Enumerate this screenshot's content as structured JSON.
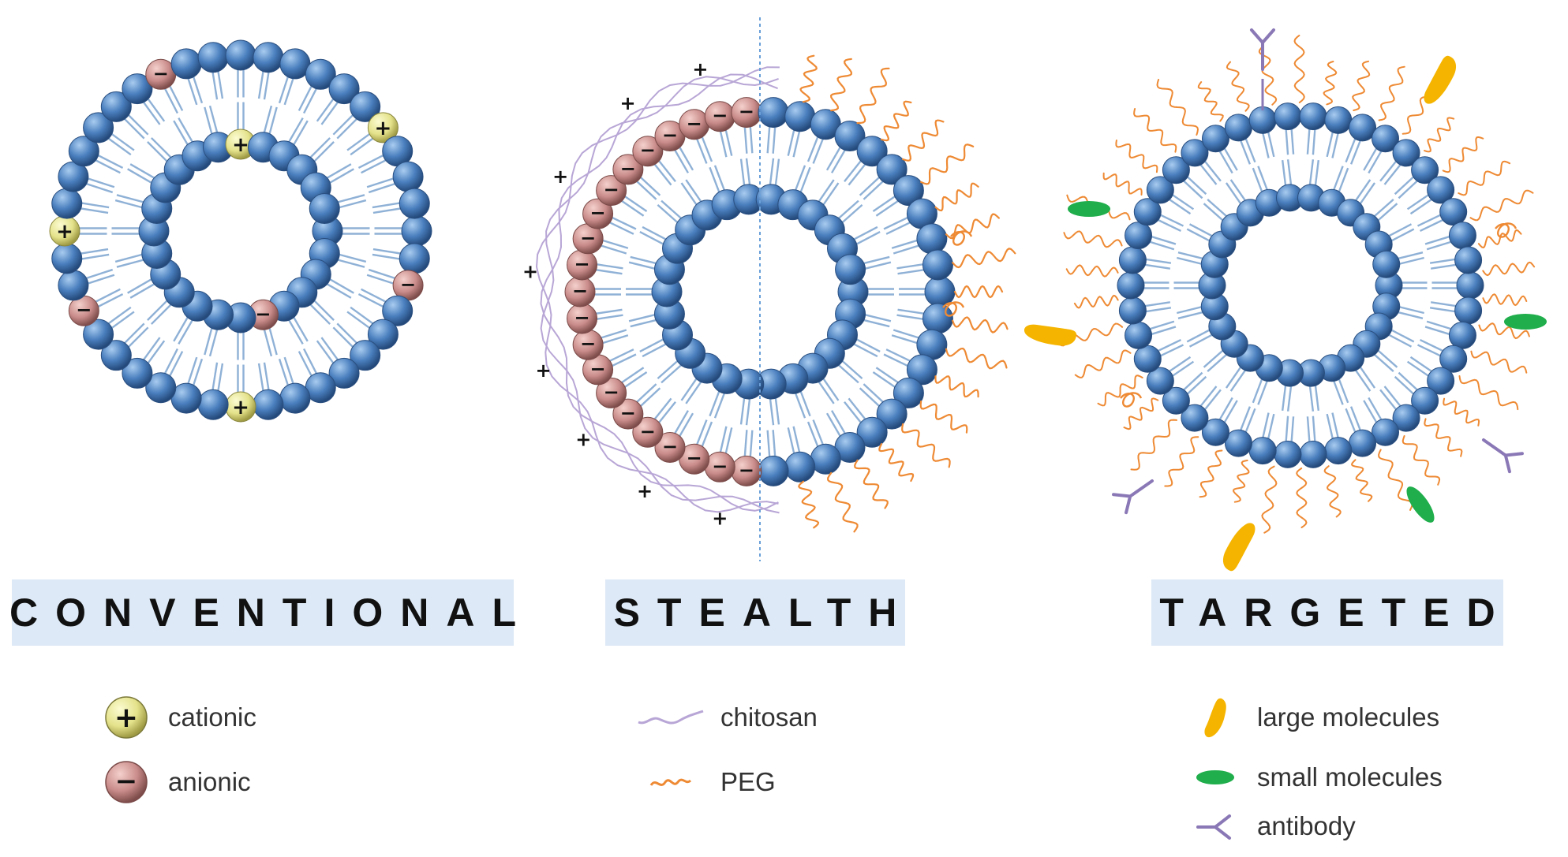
{
  "panels": [
    {
      "id": "conventional",
      "title": "CONVENTIONAL"
    },
    {
      "id": "stealth",
      "title": "STEALTH"
    },
    {
      "id": "targeted",
      "title": "TARGETED"
    }
  ],
  "charge_marks": {
    "positive": "+",
    "negative": "−"
  },
  "legend": {
    "conventional": [
      {
        "label": "cationic",
        "icon": "cationic-icon",
        "symbol": "+"
      },
      {
        "label": "anionic",
        "icon": "anionic-icon",
        "symbol": "−"
      }
    ],
    "stealth": [
      {
        "label": "chitosan",
        "icon": "chitosan-icon"
      },
      {
        "label": "PEG",
        "icon": "peg-icon"
      }
    ],
    "targeted": [
      {
        "label": "large molecules",
        "icon": "large-molecule-icon"
      },
      {
        "label": "small molecules",
        "icon": "small-molecule-icon"
      },
      {
        "label": "antibody",
        "icon": "antibody-icon"
      }
    ]
  },
  "colors": {
    "lipid_head": "#4a7fbe",
    "lipid_tail": "#8fb1d6",
    "cationic": "#e4e28a",
    "anionic": "#c98c8a",
    "chitosan": "#b8a6d6",
    "peg": "#ee8a34",
    "large_molecule": "#f5b400",
    "small_molecule": "#1fae4b",
    "antibody": "#8a78b6",
    "title_bg": "#dde9f6",
    "divider": "#6aa0d8"
  }
}
